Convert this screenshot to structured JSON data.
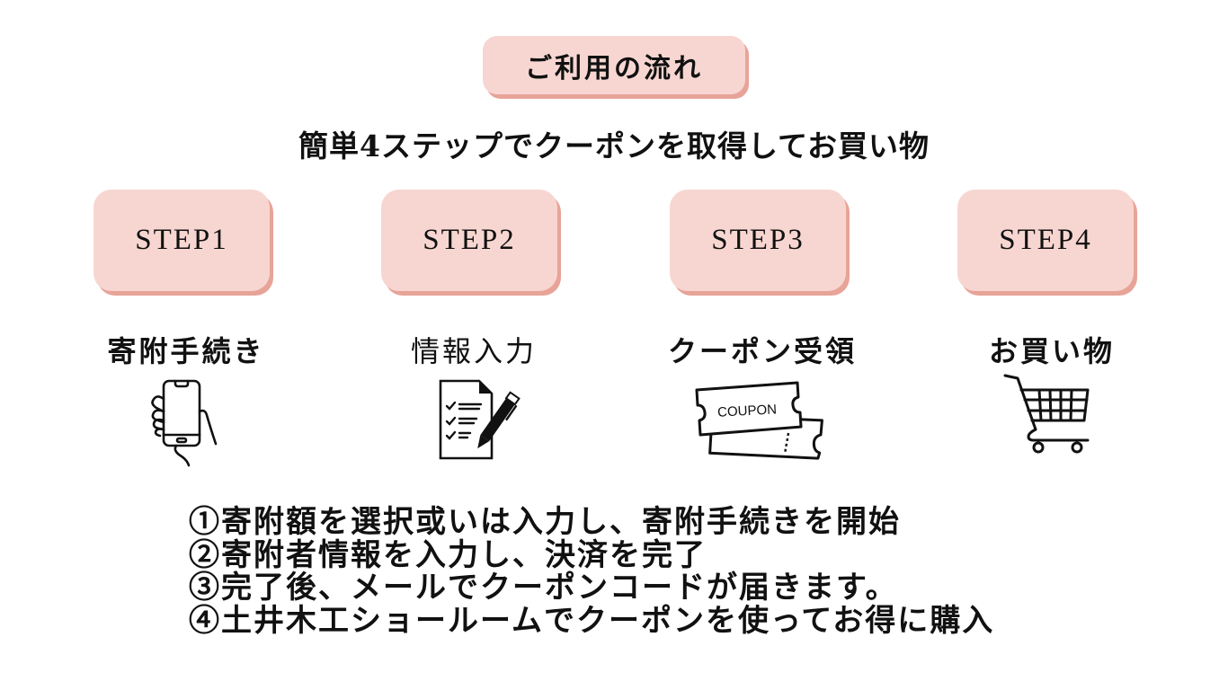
{
  "header": {
    "title": "ご利用の流れ",
    "subtitle": "簡単4ステップでクーポンを取得してお買い物"
  },
  "colors": {
    "pill_fill": "#f7d6d1",
    "pill_shadow": "#e8a398",
    "text": "#111111"
  },
  "steps": [
    {
      "badge": "STEP1",
      "label": "寄附手続き",
      "icon": "smartphone-in-hand-icon"
    },
    {
      "badge": "STEP2",
      "label": "情報入力",
      "icon": "checklist-with-pen-icon"
    },
    {
      "badge": "STEP3",
      "label": "クーポン受領",
      "icon": "coupon-tickets-icon",
      "icon_text": "COUPON"
    },
    {
      "badge": "STEP4",
      "label": "お買い物",
      "icon": "shopping-cart-icon"
    }
  ],
  "instructions": [
    "①寄附額を選択或いは入力し、寄附手続きを開始",
    "②寄附者情報を入力し、決済を完了",
    "③完了後、メールでクーポンコードが届きます。",
    "④土井木工ショールームでクーポンを使ってお得に購入"
  ]
}
